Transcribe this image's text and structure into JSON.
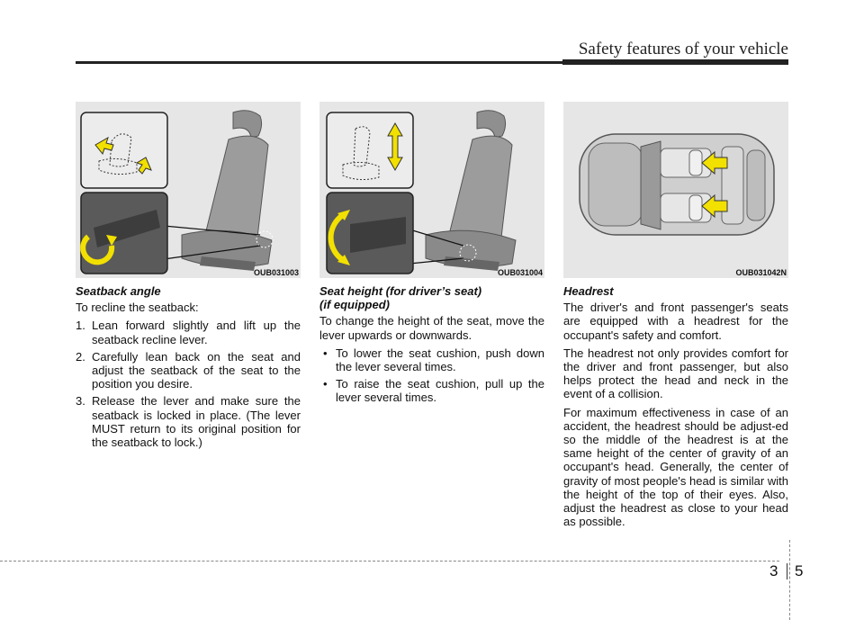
{
  "header": {
    "title": "Safety features of your vehicle"
  },
  "figures": [
    {
      "code": "OUB031003",
      "subject": "seatback-recline"
    },
    {
      "code": "OUB031004",
      "subject": "seat-height"
    },
    {
      "code": "OUB031042N",
      "subject": "headrest-top-view"
    }
  ],
  "col1": {
    "heading": "Seatback angle",
    "intro": "To recline the seatback:",
    "steps": [
      {
        "num": "1.",
        "text": "Lean forward slightly and lift up the seatback recline lever."
      },
      {
        "num": "2.",
        "text": "Carefully lean back on the seat and adjust the seatback of the seat to the position you desire."
      },
      {
        "num": "3.",
        "text": "Release the lever and make sure the seatback is locked in place. (The lever MUST return to its original position for the seatback to lock.)"
      }
    ]
  },
  "col2": {
    "heading_line1": "Seat height (for driver’s seat)",
    "heading_line2": "(if equipped)",
    "intro": "To change the height of the seat, move the lever upwards or downwards.",
    "bullets": [
      {
        "mark": "•",
        "text": "To lower the seat cushion, push down the lever several times."
      },
      {
        "mark": "•",
        "text": "To raise the seat cushion, pull up the lever several times."
      }
    ]
  },
  "col3": {
    "heading": "Headrest",
    "paragraphs": [
      "The driver's and front passenger's seats are equipped with a headrest for the occupant's safety and comfort.",
      "The headrest not only provides comfort for the driver and front passenger, but also helps protect the head and neck in the event of a collision.",
      "For maximum effectiveness in case of an accident, the headrest should be adjust-ed so the middle of the headrest is at the same height of the center of gravity of an occupant's head. Generally, the center of gravity of most people's head is similar with the height of the top of their eyes. Also, adjust the headrest as close to your head as possible."
    ]
  },
  "footer": {
    "chapter": "3",
    "page": "5"
  },
  "colors": {
    "arrow": "#f2e000",
    "panel": "#e6e6e6",
    "seat": "#9a9a9a"
  }
}
